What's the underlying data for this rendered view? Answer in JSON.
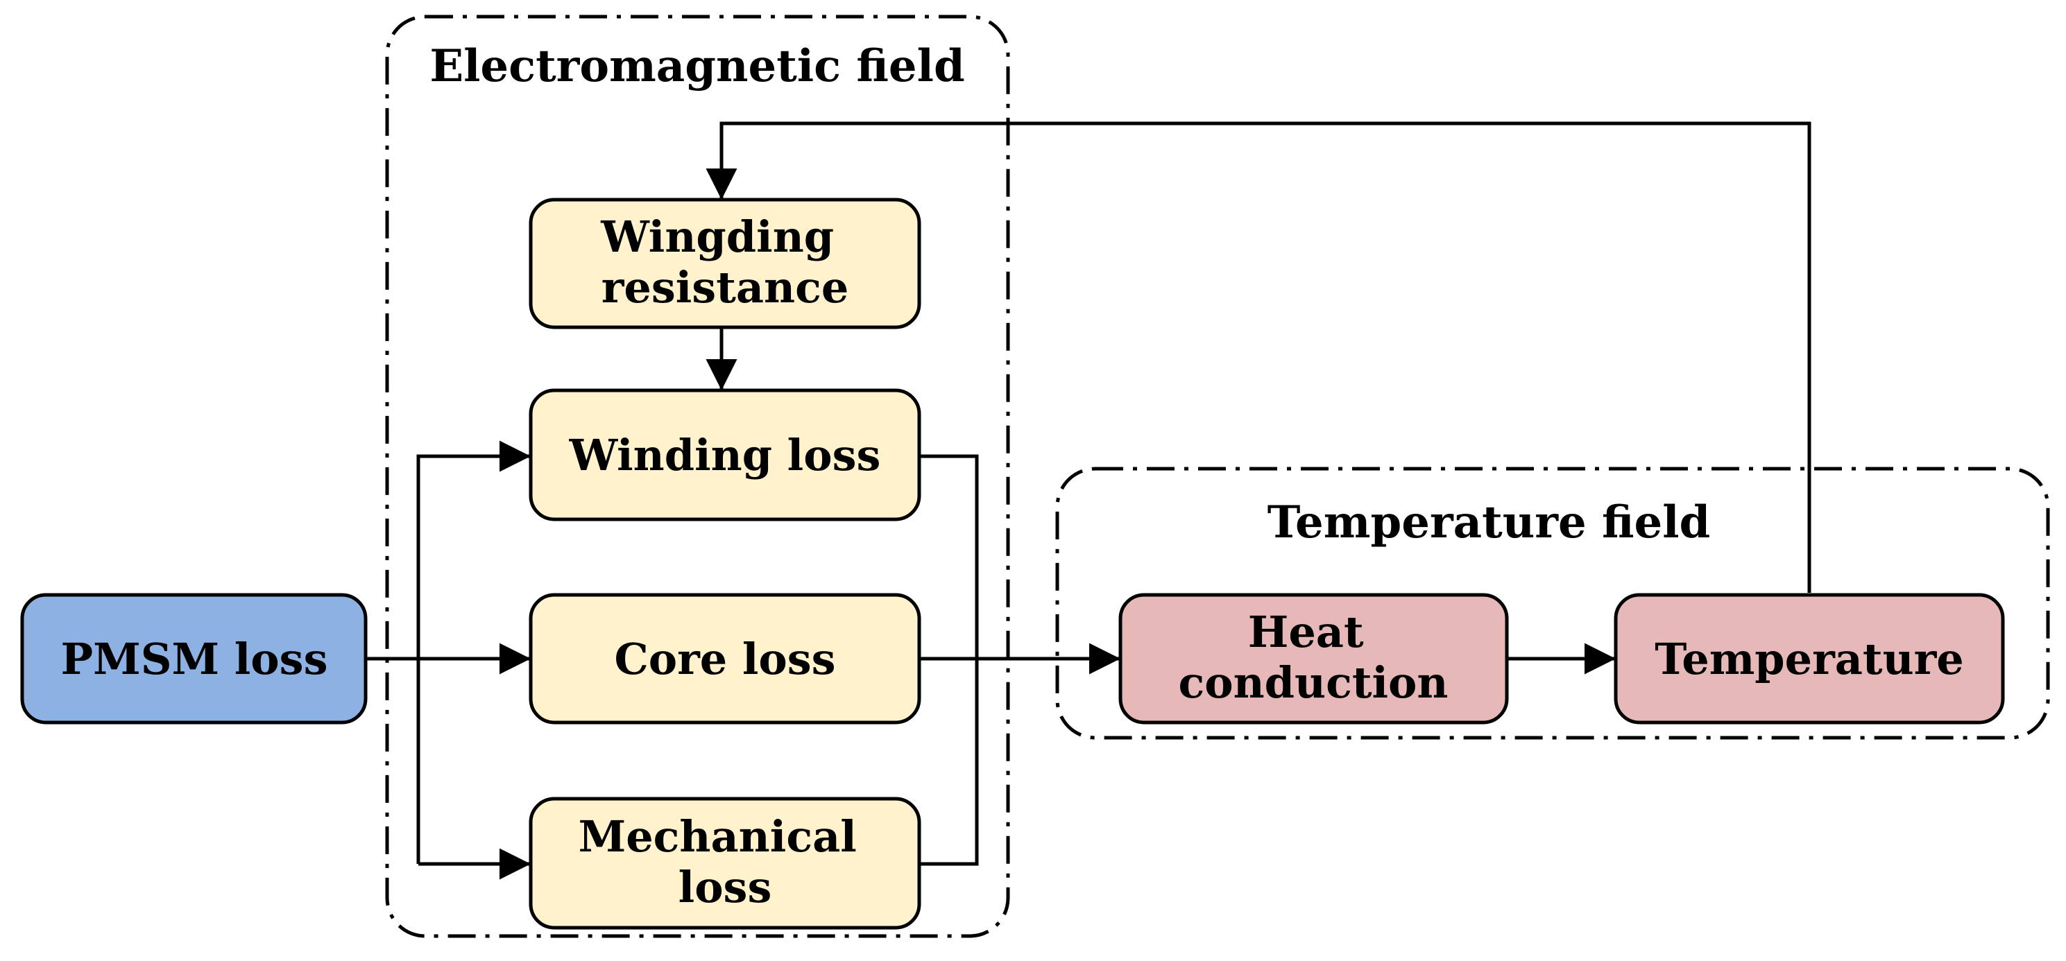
{
  "regions": {
    "electromagnetic": {
      "title": "Electromagnetic field"
    },
    "temperature": {
      "title": "Temperature field"
    }
  },
  "nodes": {
    "pmsm_loss": {
      "lines": [
        "PMSM loss"
      ],
      "fill": "#8EB1E3"
    },
    "winding_resistance": {
      "lines": [
        "Wingding",
        "resistance"
      ],
      "fill": "#FFF2CC"
    },
    "winding_loss": {
      "lines": [
        "Winding loss"
      ],
      "fill": "#FFF2CC"
    },
    "core_loss": {
      "lines": [
        "Core loss"
      ],
      "fill": "#FFF2CC"
    },
    "mechanical_loss": {
      "lines": [
        "Mechanical",
        "loss"
      ],
      "fill": "#FFF2CC"
    },
    "heat_conduction": {
      "lines": [
        "Heat",
        "conduction"
      ],
      "fill": "#E6B9B8"
    },
    "temperature": {
      "lines": [
        "Temperature"
      ],
      "fill": "#E6B9B8"
    }
  },
  "colors": {
    "line": "#000000",
    "loss_block": "#FFF2CC",
    "source_block": "#8EB1E3",
    "thermal_block": "#E6B9B8"
  }
}
